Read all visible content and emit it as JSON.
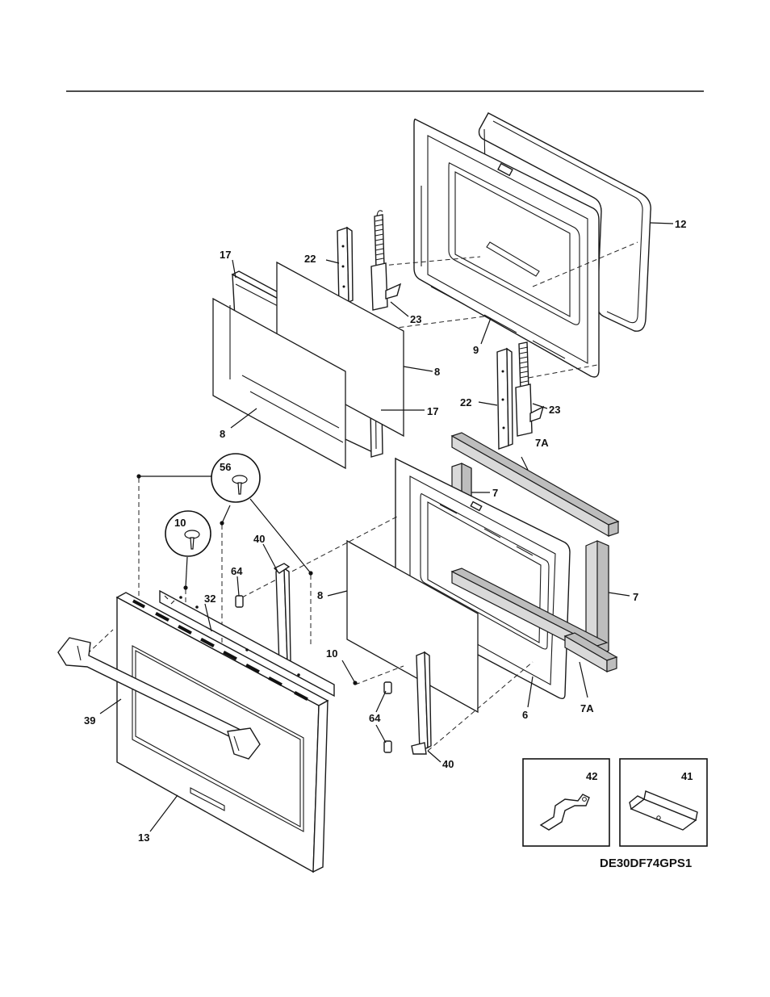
{
  "model_number": "DE30DF74GPS1",
  "callouts": {
    "c12": "12",
    "c9": "9",
    "c22a": "22",
    "c23a": "23",
    "c17a": "17",
    "c8a": "8",
    "c17b": "17",
    "c8b": "8",
    "c22b": "22",
    "c23b": "23",
    "c7a_top": "7A",
    "c7_top": "7",
    "c7_right": "7",
    "c7a_bottom": "7A",
    "c6": "6",
    "c8c": "8",
    "c56": "56",
    "c10a": "10",
    "c40a": "40",
    "c64a": "64",
    "c32": "32",
    "c10b": "10",
    "c64b": "64",
    "c40b": "40",
    "c39": "39",
    "c13": "13",
    "c42": "42",
    "c41": "41"
  },
  "colors": {
    "line": "#1a1a1a",
    "insulation": "#d9d9d9",
    "background": "#ffffff"
  }
}
